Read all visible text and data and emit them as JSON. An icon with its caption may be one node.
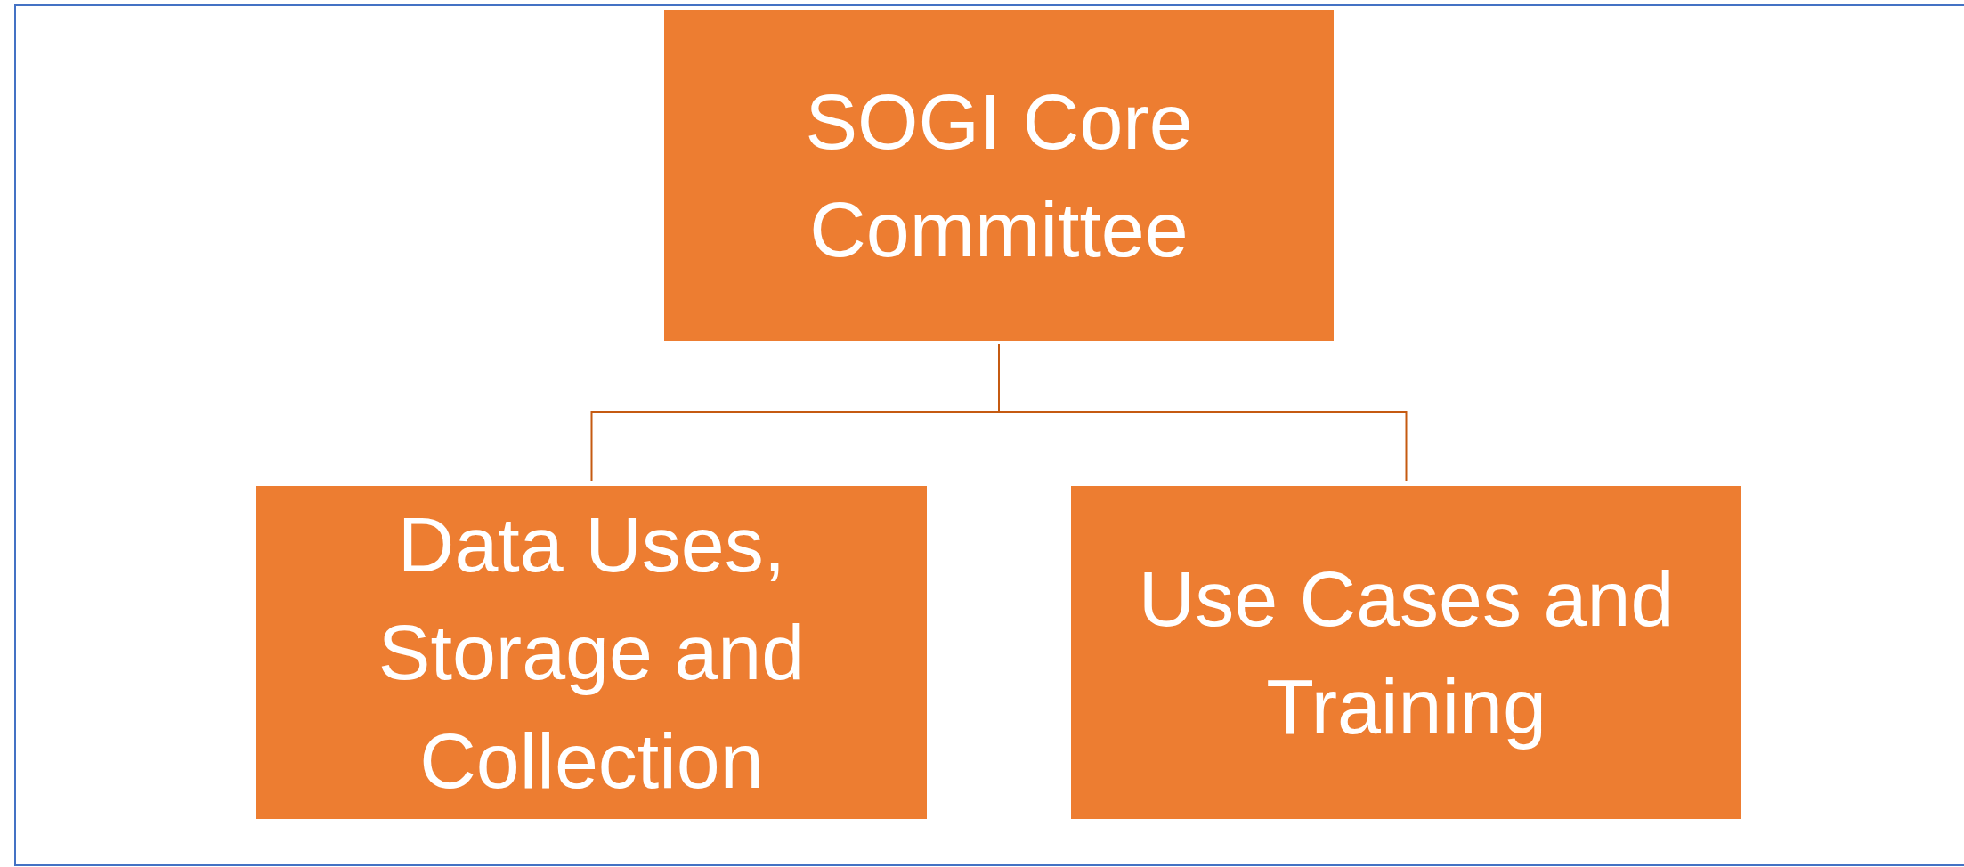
{
  "diagram": {
    "nodes": [
      {
        "text": [
          "SOGI Core Committee"
        ]
      },
      {
        "text": [
          "Data Uses, Storage and Collection"
        ]
      },
      {
        "text": [
          "Use Cases and Training"
        ]
      }
    ],
    "edges": [
      {
        "from": 0,
        "to": 1,
        "arrow": "none"
      },
      {
        "from": 0,
        "to": 2,
        "arrow": "none"
      }
    ]
  }
}
